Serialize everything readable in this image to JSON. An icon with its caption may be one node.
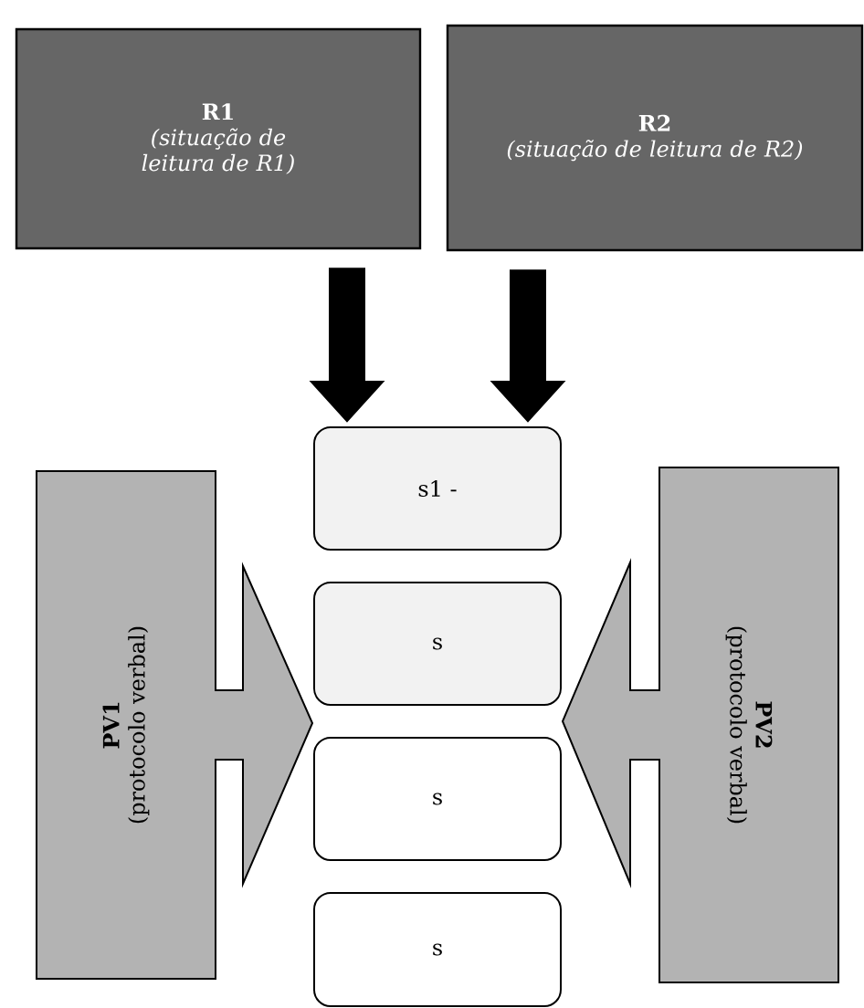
{
  "diagram": {
    "nodes": [
      {
        "text": [
          "R1",
          "(situação de leitura de R1)"
        ]
      },
      {
        "text": [
          "R2",
          "(situação de leitura de R2)"
        ]
      },
      {
        "text": [
          "s1 -"
        ]
      },
      {
        "text": [
          "s"
        ]
      },
      {
        "text": [
          "s"
        ]
      },
      {
        "text": [
          "s"
        ]
      },
      {
        "text": [
          "PV1",
          "(protocolo verbal)"
        ]
      },
      {
        "text": [
          "PV2",
          "(protocolo verbal)"
        ]
      }
    ],
    "edges": [
      {
        "from": 0,
        "to": 2,
        "arrow": "to"
      },
      {
        "from": 1,
        "to": 2,
        "arrow": "to"
      }
    ]
  }
}
